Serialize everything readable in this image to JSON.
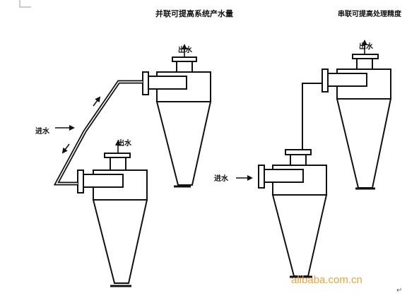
{
  "labels": {
    "parallel_title": "并联可提高系统产水量",
    "series_title": "串联可提高处理精度",
    "outlet": "出水",
    "inlet": "进水"
  },
  "watermark": {
    "text": "alibaba.com.cn",
    "color": "#e8a23a"
  },
  "corner_mark": "↵",
  "colors": {
    "line": "#111111",
    "background": "#ffffff"
  }
}
